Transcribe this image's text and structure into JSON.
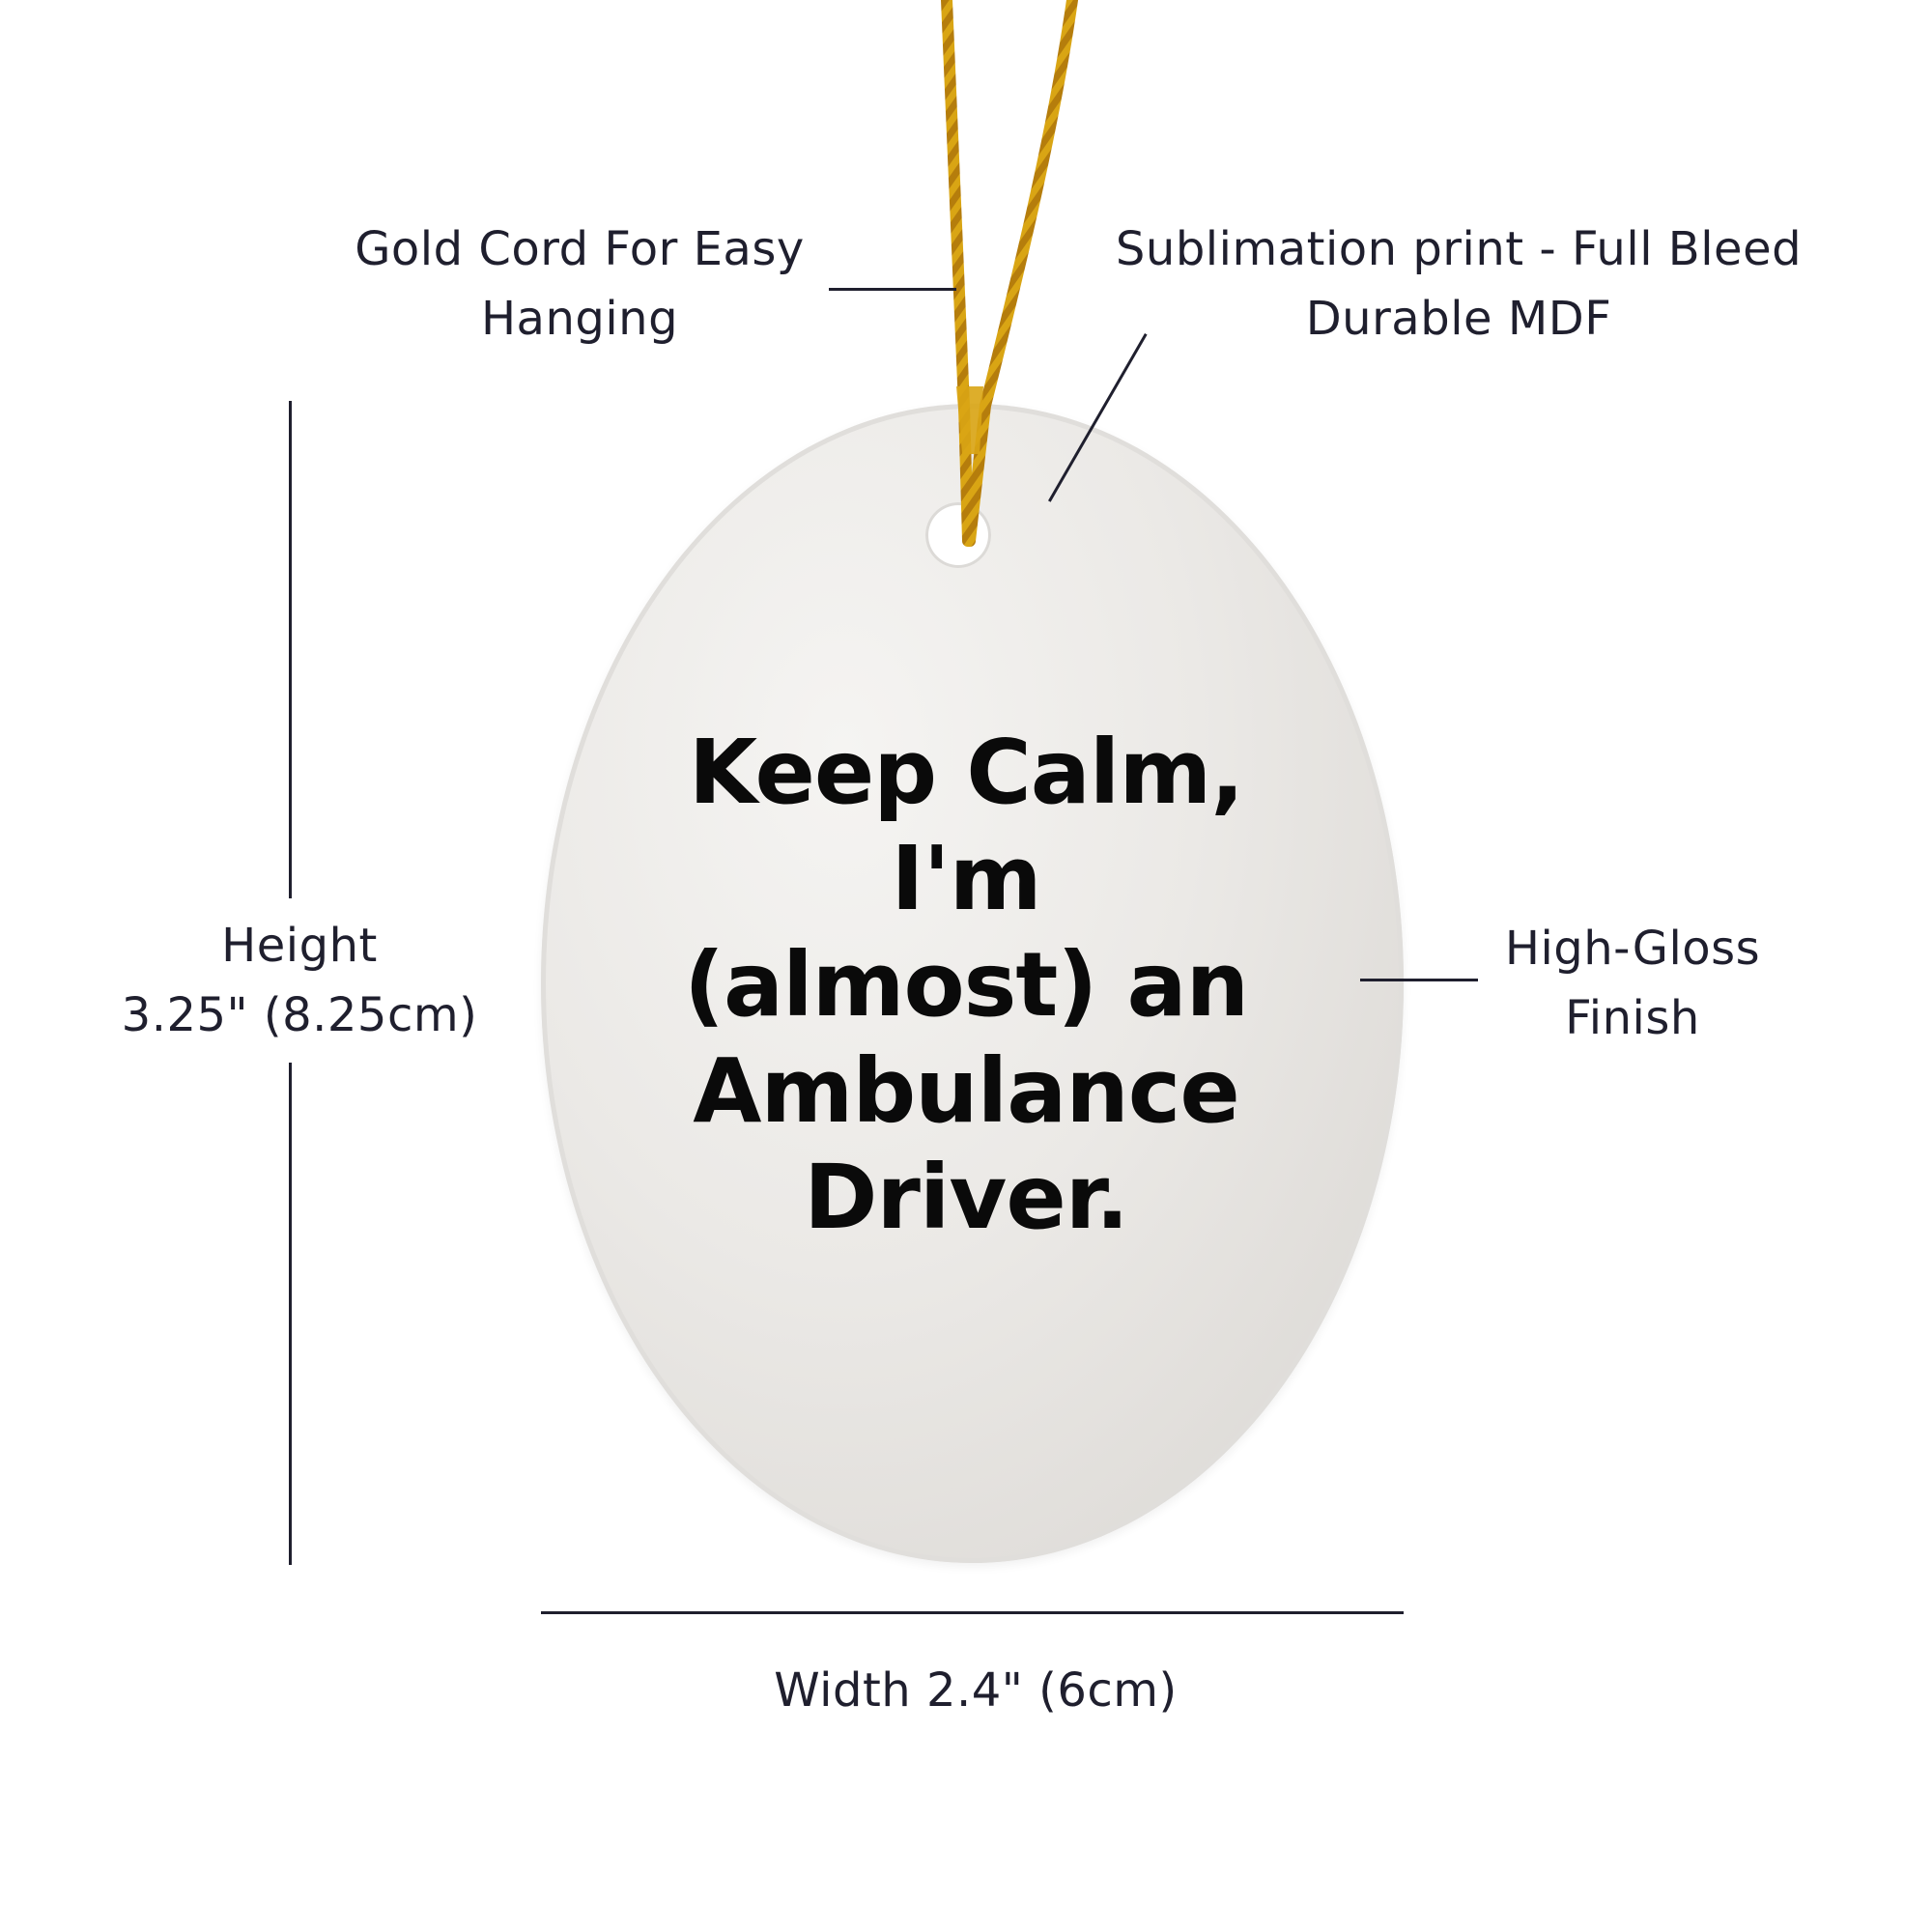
{
  "callouts": {
    "cord": [
      "Gold Cord For Easy",
      "Hanging"
    ],
    "print": [
      "Sublimation print - Full Bleed",
      "Durable MDF"
    ],
    "gloss": [
      "High-Gloss",
      "Finish"
    ],
    "height": [
      "Height",
      "3.25\" (8.25cm)"
    ],
    "width": "Width 2.4\" (6cm)"
  },
  "ornament": {
    "text_lines": [
      "Keep Calm,",
      "I'm",
      "(almost) an",
      "Ambulance",
      "Driver."
    ]
  },
  "colors": {
    "cord": "#d4a017",
    "text": "#0a0a0a",
    "labels": "#1f1f2e"
  }
}
